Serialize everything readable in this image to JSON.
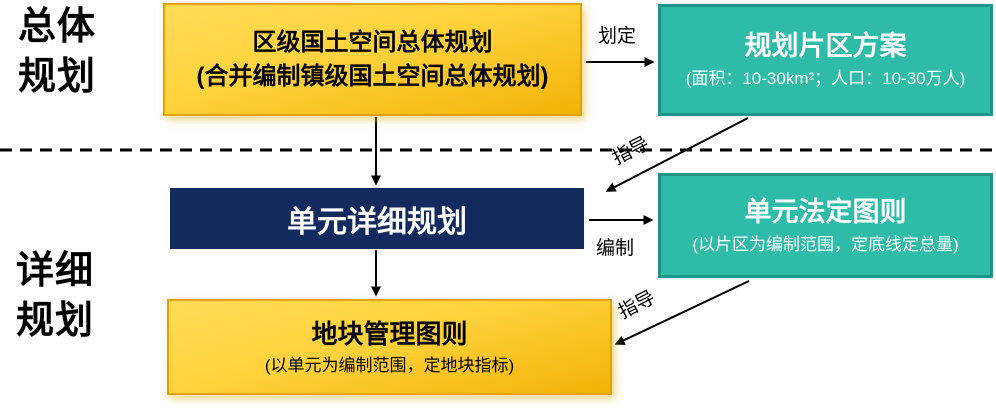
{
  "diagram": {
    "sections": {
      "master": {
        "lines": [
          "总体",
          "规划"
        ]
      },
      "detail": {
        "lines": [
          "详细",
          "规划"
        ]
      }
    },
    "nodes": {
      "district_master_plan": {
        "lines": [
          "区级国土空间总体规划",
          "(合并编制镇级国土空间总体规划)"
        ]
      },
      "planning_district_scheme": {
        "title": "规划片区方案",
        "subtitle": "(面积：10-30km²；人口：10-30万人)"
      },
      "unit_detailed_plan": {
        "title": "单元详细规划"
      },
      "unit_statutory_plan": {
        "title": "单元法定图则",
        "subtitle": "(以片区为编制范围，定底线定总量)"
      },
      "parcel_management_plan": {
        "title": "地块管理图则",
        "subtitle": "(以单元为编制范围，定地块指标)"
      }
    },
    "edge_labels": {
      "delineate": "划定",
      "guide_top": "指导",
      "compile": "编制",
      "guide_bottom": "指导"
    },
    "colors": {
      "yellow_fill": "#FFD23C",
      "yellow_fill_dark": "#F2B306",
      "yellow_border": "#E2A300",
      "teal_fill": "#2EBCA9",
      "teal_border": "#1F9488",
      "navy_fill": "#132A5E",
      "arrow": "#000000"
    }
  }
}
